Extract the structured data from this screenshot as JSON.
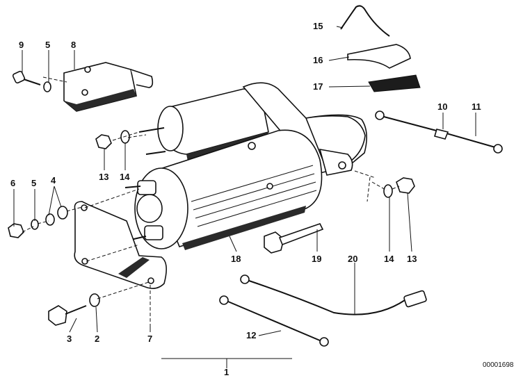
{
  "diagram": {
    "reference": "00001698",
    "callouts": [
      {
        "id": "c1",
        "label": "1"
      },
      {
        "id": "c2",
        "label": "2"
      },
      {
        "id": "c3",
        "label": "3"
      },
      {
        "id": "c4",
        "label": "4"
      },
      {
        "id": "c5a",
        "label": "5"
      },
      {
        "id": "c5b",
        "label": "5"
      },
      {
        "id": "c6",
        "label": "6"
      },
      {
        "id": "c7",
        "label": "7"
      },
      {
        "id": "c8",
        "label": "8"
      },
      {
        "id": "c9",
        "label": "9"
      },
      {
        "id": "c10",
        "label": "10"
      },
      {
        "id": "c11",
        "label": "11"
      },
      {
        "id": "c12",
        "label": "12"
      },
      {
        "id": "c13a",
        "label": "13"
      },
      {
        "id": "c13b",
        "label": "13"
      },
      {
        "id": "c14a",
        "label": "14"
      },
      {
        "id": "c14b",
        "label": "14"
      },
      {
        "id": "c15",
        "label": "15"
      },
      {
        "id": "c16",
        "label": "16"
      },
      {
        "id": "c17",
        "label": "17"
      },
      {
        "id": "c18",
        "label": "18"
      },
      {
        "id": "c19",
        "label": "19"
      },
      {
        "id": "c20",
        "label": "20"
      }
    ]
  }
}
